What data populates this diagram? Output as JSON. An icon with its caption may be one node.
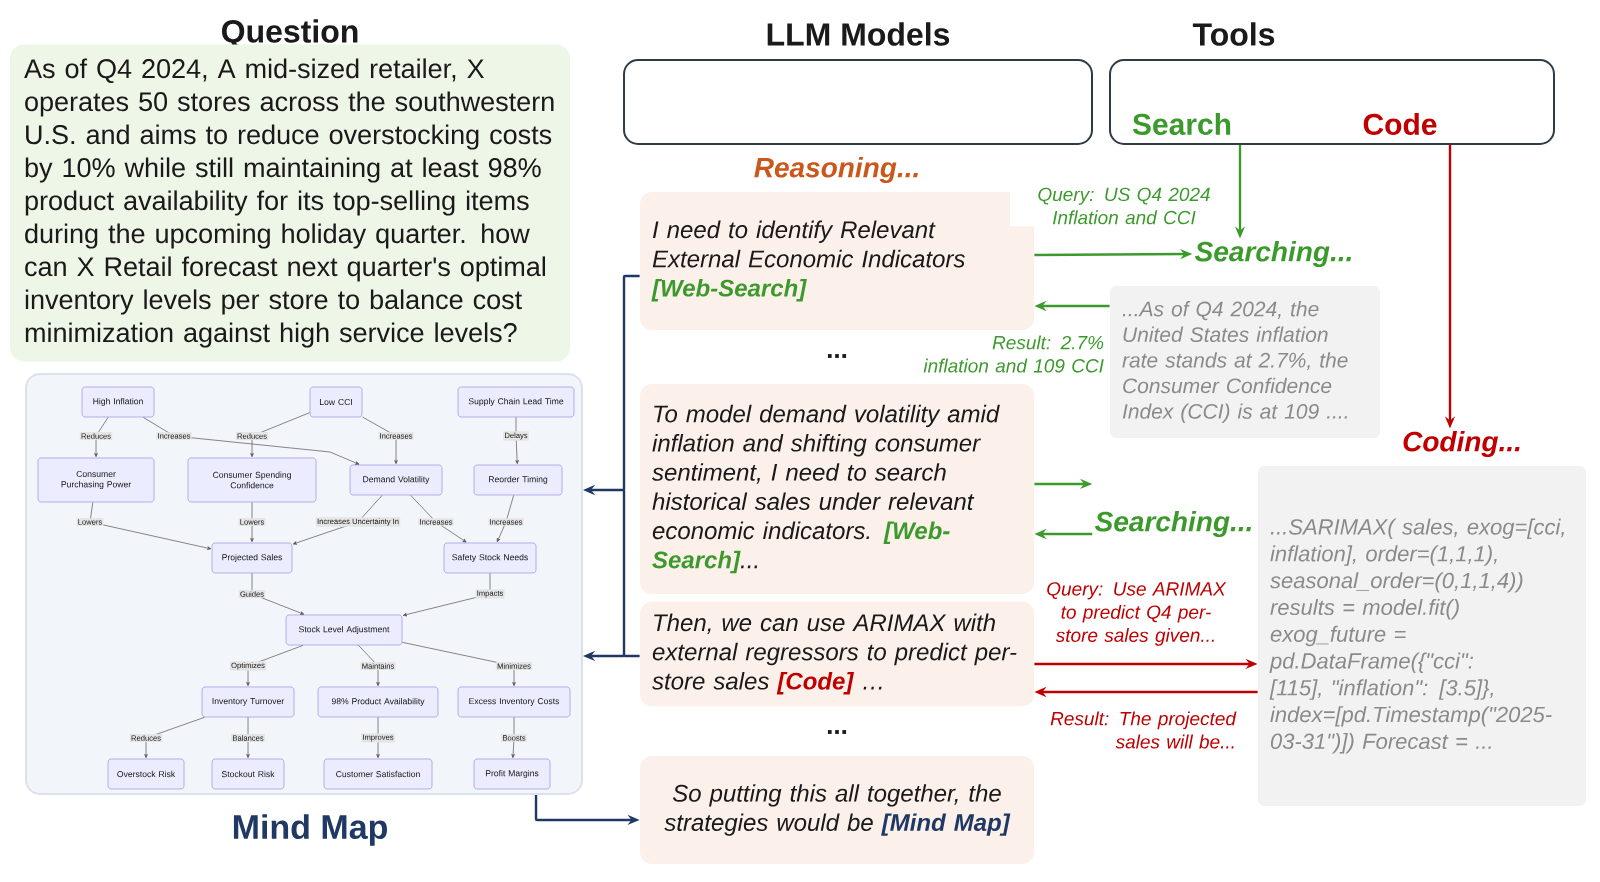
{
  "diagram": {
    "nodes": [
      {
        "text": [
          "Question",
          "As of Q4 2024, A mid-sized retailer, X operates 50 stores across the southwestern U.S. and aims to reduce overstocking costs by 10% while still maintaining at least 98% product availability for its top-selling items during the upcoming holiday quarter. how can X Retail forecast next quarter's optimal inventory levels per store to balance cost minimization against high service levels?"
        ]
      },
      {
        "text": [
          "LLM Models"
        ]
      },
      {
        "text": [
          "Tools",
          "Search",
          "Code"
        ]
      },
      {
        "text": [
          "Mind Map"
        ]
      },
      {
        "text": [
          "High Inflation"
        ],
        "in": 3
      },
      {
        "text": [
          "Low CCI"
        ],
        "in": 3
      },
      {
        "text": [
          "Supply Chain Lead Time"
        ],
        "in": 3
      },
      {
        "text": [
          "Consumer Purchasing Power"
        ],
        "in": 3
      },
      {
        "text": [
          "Consumer Spending Confidence"
        ],
        "in": 3
      },
      {
        "text": [
          "Demand Volatility"
        ],
        "in": 3
      },
      {
        "text": [
          "Reorder Timing"
        ],
        "in": 3
      },
      {
        "text": [
          "Projected Sales"
        ],
        "in": 3
      },
      {
        "text": [
          "Safety Stock Needs"
        ],
        "in": 3
      },
      {
        "text": [
          "Stock Level Adjustment"
        ],
        "in": 3
      },
      {
        "text": [
          "Inventory Turnover"
        ],
        "in": 3
      },
      {
        "text": [
          "98% Product Availability"
        ],
        "in": 3
      },
      {
        "text": [
          "Excess Inventory Costs"
        ],
        "in": 3
      },
      {
        "text": [
          "Overstock Risk"
        ],
        "in": 3
      },
      {
        "text": [
          "Stockout Risk"
        ],
        "in": 3
      },
      {
        "text": [
          "Customer Satisfaction"
        ],
        "in": 3
      },
      {
        "text": [
          "Profit Margins"
        ],
        "in": 3
      },
      {
        "text": [
          "I need to identify Relevant External Economic Indicators **[Web-Search]**"
        ]
      },
      {
        "text": [
          "To model demand volatility amid inflation and shifting consumer sentiment, I need to search historical sales under relevant economic indicators. **[Web-Search]**..."
        ]
      },
      {
        "text": [
          "Then, we can use ARIMAX with external regressors to predict per-store sales **[Code]** …"
        ]
      },
      {
        "text": [
          "So putting this all together, the strategies would be **[Mind Map]**"
        ]
      },
      {
        "text": [
          "Searching..."
        ]
      },
      {
        "text": [
          "...As of Q4 2024, the United States inflation rate stands at 2.7%, the Consumer Confidence Index (CCI) is at 109 ...."
        ]
      },
      {
        "text": [
          "Searching..."
        ]
      },
      {
        "text": [
          "Coding..."
        ]
      },
      {
        "text": [
          "...SARIMAX( sales, exog=[cci, inflation], order=(1,1,1), seasonal_order=(0,1,1,4)) results = model.fit() exog_future = pd.DataFrame({\"cci\": [115], \"inflation\": [3.5]}, index=[pd.Timestamp(\"2025-03-31\")]) Forecast = ..."
        ]
      }
    ],
    "edges": [
      {
        "from": 4,
        "to": 7,
        "arrow": "to",
        "label": "Reduces"
      },
      {
        "from": 4,
        "to": 9,
        "arrow": "to",
        "label": "Increases"
      },
      {
        "from": 5,
        "to": 8,
        "arrow": "to",
        "label": "Reduces"
      },
      {
        "from": 5,
        "to": 9,
        "arrow": "to",
        "label": "Increases"
      },
      {
        "from": 6,
        "to": 10,
        "arrow": "to",
        "label": "Delays"
      },
      {
        "from": 7,
        "to": 11,
        "arrow": "to",
        "label": "Lowers"
      },
      {
        "from": 8,
        "to": 11,
        "arrow": "to",
        "label": "Lowers"
      },
      {
        "from": 9,
        "to": 11,
        "arrow": "to",
        "label": "Increases Uncertainty In"
      },
      {
        "from": 9,
        "to": 12,
        "arrow": "to",
        "label": "Increases"
      },
      {
        "from": 10,
        "to": 12,
        "arrow": "to",
        "label": "Increases"
      },
      {
        "from": 11,
        "to": 13,
        "arrow": "to",
        "label": "Guides"
      },
      {
        "from": 12,
        "to": 13,
        "arrow": "to",
        "label": "Impacts"
      },
      {
        "from": 13,
        "to": 14,
        "arrow": "to",
        "label": "Optimizes"
      },
      {
        "from": 13,
        "to": 15,
        "arrow": "to",
        "label": "Maintains"
      },
      {
        "from": 13,
        "to": 16,
        "arrow": "to",
        "label": "Minimizes"
      },
      {
        "from": 14,
        "to": 17,
        "arrow": "to",
        "label": "Reduces"
      },
      {
        "from": 14,
        "to": 18,
        "arrow": "to",
        "label": "Balances"
      },
      {
        "from": 15,
        "to": 19,
        "arrow": "to",
        "label": "Improves"
      },
      {
        "from": 16,
        "to": 20,
        "arrow": "to",
        "label": "Boosts"
      },
      {
        "from": 2,
        "to": 25,
        "arrow": "to",
        "color": "#3c9a2c"
      },
      {
        "from": 21,
        "to": 25,
        "arrow": "to",
        "color": "#3c9a2c",
        "label": "Query: US Q4 2024 Inflation and CCI"
      },
      {
        "from": 26,
        "to": 21,
        "arrow": "to",
        "color": "#3c9a2c",
        "label": "Result: 2.7% inflation and 109 CCI"
      },
      {
        "from": 22,
        "to": 27,
        "arrow": "to",
        "color": "#3c9a2c"
      },
      {
        "from": 27,
        "to": 22,
        "arrow": "to",
        "color": "#3c9a2c"
      },
      {
        "from": 23,
        "to": 29,
        "arrow": "to",
        "color": "#c00000",
        "label": "Query: Use ARIMAX to predict Q4 per-store sales given..."
      },
      {
        "from": 29,
        "to": 23,
        "arrow": "to",
        "color": "#c00000",
        "label": "Result: The projected sales will be..."
      },
      {
        "from": 2,
        "to": 28,
        "arrow": "to",
        "color": "#c00000"
      },
      {
        "from": 21,
        "to": 3,
        "arrow": "to",
        "color": "#1f3864"
      },
      {
        "from": 23,
        "to": 3,
        "arrow": "to",
        "color": "#1f3864"
      },
      {
        "from": 3,
        "to": 24,
        "arrow": "to",
        "color": "#1f3864"
      }
    ],
    "labels": [
      "Reasoning...",
      "...",
      "..."
    ]
  }
}
